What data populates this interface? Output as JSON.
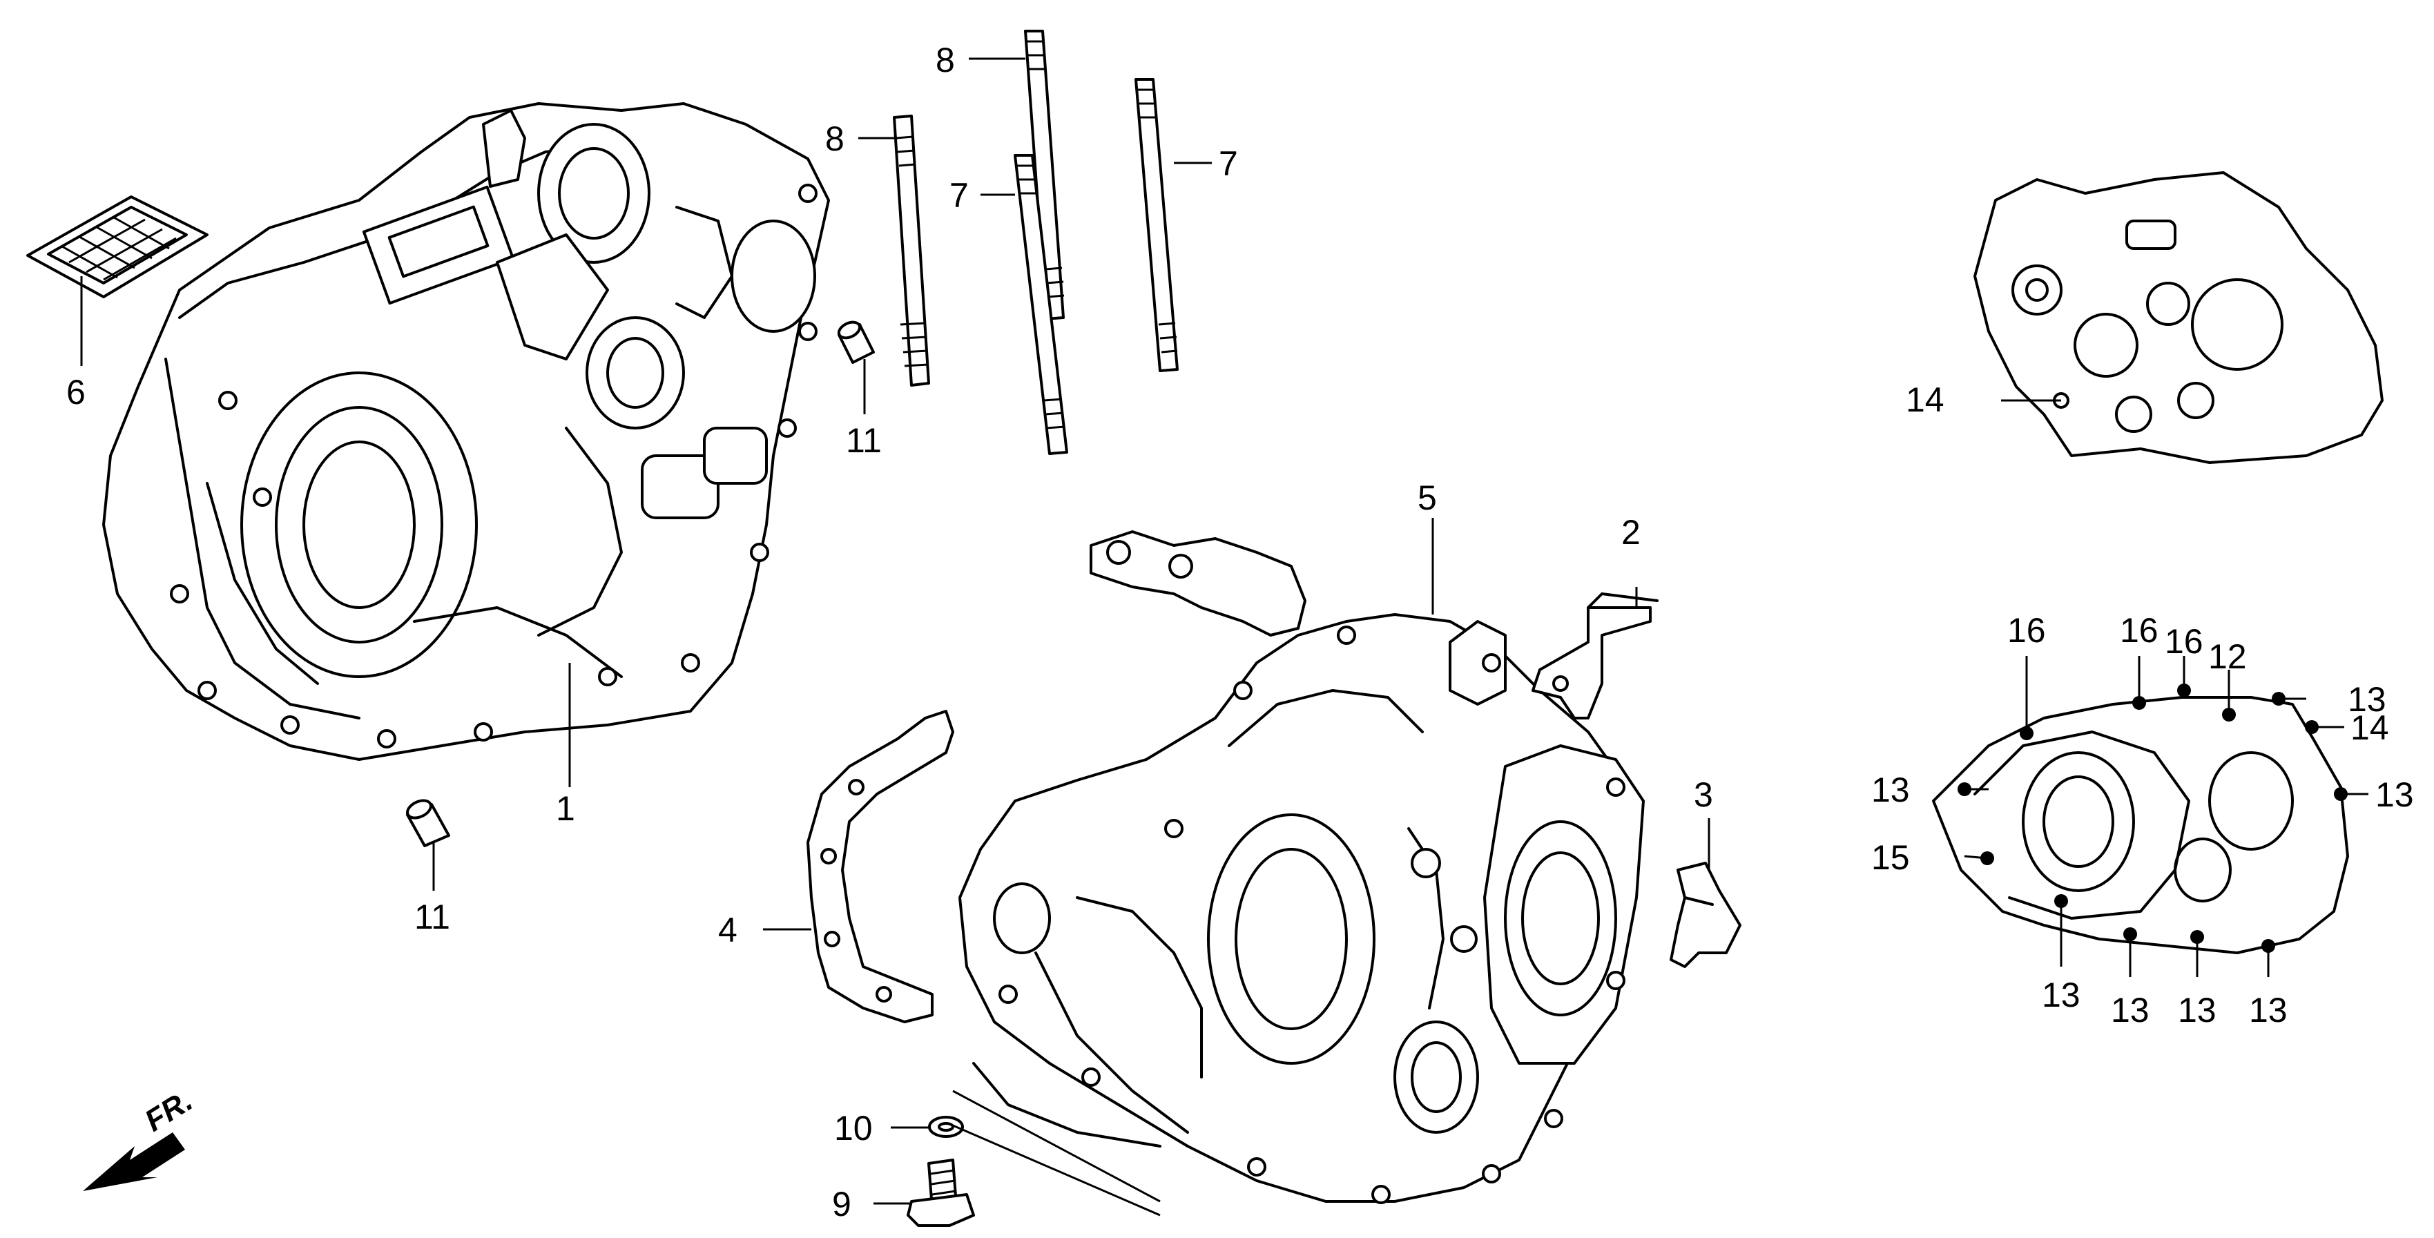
{
  "callouts": [
    {
      "id": "c1",
      "label": "1"
    },
    {
      "id": "c2",
      "label": "2"
    },
    {
      "id": "c3",
      "label": "3"
    },
    {
      "id": "c4",
      "label": "4"
    },
    {
      "id": "c5",
      "label": "5"
    },
    {
      "id": "c6",
      "label": "6"
    },
    {
      "id": "c7a",
      "label": "7"
    },
    {
      "id": "c7b",
      "label": "7"
    },
    {
      "id": "c8a",
      "label": "8"
    },
    {
      "id": "c8b",
      "label": "8"
    },
    {
      "id": "c9",
      "label": "9"
    },
    {
      "id": "c10",
      "label": "10"
    },
    {
      "id": "c11a",
      "label": "11"
    },
    {
      "id": "c11b",
      "label": "11"
    },
    {
      "id": "c12",
      "label": "12"
    },
    {
      "id": "c13a",
      "label": "13"
    },
    {
      "id": "c13b",
      "label": "13"
    },
    {
      "id": "c13c",
      "label": "13"
    },
    {
      "id": "c13d",
      "label": "13"
    },
    {
      "id": "c13e",
      "label": "13"
    },
    {
      "id": "c13f",
      "label": "13"
    },
    {
      "id": "c13g",
      "label": "13"
    },
    {
      "id": "c14a",
      "label": "14"
    },
    {
      "id": "c14b",
      "label": "14"
    },
    {
      "id": "c15",
      "label": "15"
    },
    {
      "id": "c16a",
      "label": "16"
    },
    {
      "id": "c16b",
      "label": "16"
    },
    {
      "id": "c16c",
      "label": "16"
    }
  ],
  "direction_marker": {
    "label": "FR.",
    "icon": "arrow-front-icon"
  }
}
